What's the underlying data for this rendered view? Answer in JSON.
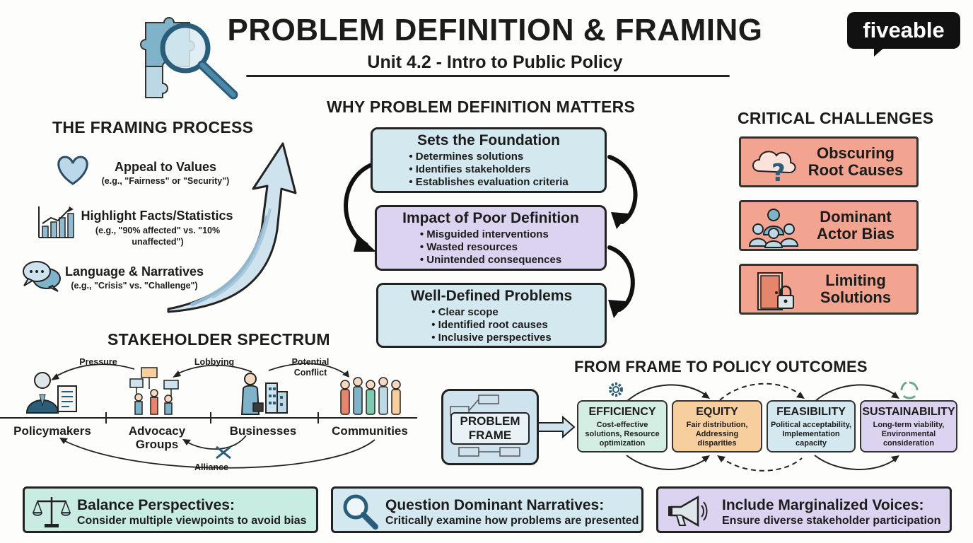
{
  "header": {
    "title": "PROBLEM DEFINITION & FRAMING",
    "subtitle": "Unit 4.2 - Intro to Public Policy",
    "logo": "fiveable"
  },
  "framing_process": {
    "heading": "THE FRAMING PROCESS",
    "items": [
      {
        "icon": "heart-icon",
        "label": "Appeal to Values",
        "example": "(e.g., \"Fairness\" or \"Security\")"
      },
      {
        "icon": "bar-chart-icon",
        "label": "Highlight Facts/Statistics",
        "example": "(e.g., \"90% affected\" vs. \"10% unaffected\")"
      },
      {
        "icon": "speech-bubbles-icon",
        "label": "Language & Narratives",
        "example": "(e.g., \"Crisis\" vs. \"Challenge\")"
      }
    ]
  },
  "why_matters": {
    "heading": "WHY PROBLEM DEFINITION MATTERS",
    "cards": [
      {
        "title": "Sets the Foundation",
        "bullets": [
          "Determines solutions",
          "Identifies stakeholders",
          "Establishes evaluation criteria"
        ],
        "color": "#d4e9ef"
      },
      {
        "title": "Impact of Poor Definition",
        "bullets": [
          "Misguided interventions",
          "Wasted resources",
          "Unintended consequences"
        ],
        "color": "#dcd3f1"
      },
      {
        "title": "Well-Defined Problems",
        "bullets": [
          "Clear scope",
          "Identified root causes",
          "Inclusive perspectives"
        ],
        "color": "#d4e9ef"
      }
    ]
  },
  "challenges": {
    "heading": "CRITICAL CHALLENGES",
    "items": [
      {
        "icon": "cloud-question-icon",
        "label": "Obscuring Root Causes"
      },
      {
        "icon": "group-people-icon",
        "label": "Dominant Actor Bias"
      },
      {
        "icon": "locked-door-icon",
        "label": "Limiting Solutions"
      }
    ],
    "color": "#f2a491"
  },
  "stakeholders": {
    "heading": "STAKEHOLDER SPECTRUM",
    "actors": [
      "Policymakers",
      "Advocacy Groups",
      "Businesses",
      "Communities"
    ],
    "relations": [
      "Pressure",
      "Lobbying",
      "Potential Conflict",
      "Alliance"
    ]
  },
  "outcomes": {
    "heading": "FROM FRAME TO POLICY OUTCOMES",
    "frame_label": "PROBLEM FRAME",
    "items": [
      {
        "title": "EFFICIENCY",
        "desc": "Cost-effective solutions, Resource optimization",
        "color": "#d4eee4"
      },
      {
        "title": "EQUITY",
        "desc": "Fair distribution, Addressing disparities",
        "color": "#f7cf9f"
      },
      {
        "title": "FEASIBILITY",
        "desc": "Political acceptability, Implementation capacity",
        "color": "#d4e9ef"
      },
      {
        "title": "SUSTAINABILITY",
        "desc": "Long-term viability, Environmental consideration",
        "color": "#dcd3f1"
      }
    ]
  },
  "bottom": [
    {
      "icon": "scales-icon",
      "title": "Balance Perspectives:",
      "desc": "Consider multiple viewpoints to avoid bias",
      "color": "#c9ece2"
    },
    {
      "icon": "magnifier-icon",
      "title": "Question Dominant Narratives:",
      "desc": "Critically examine how problems are presented",
      "color": "#d4e9ef"
    },
    {
      "icon": "megaphone-icon",
      "title": "Include Marginalized Voices:",
      "desc": "Ensure diverse stakeholder participation",
      "color": "#dcd3f1"
    }
  ]
}
